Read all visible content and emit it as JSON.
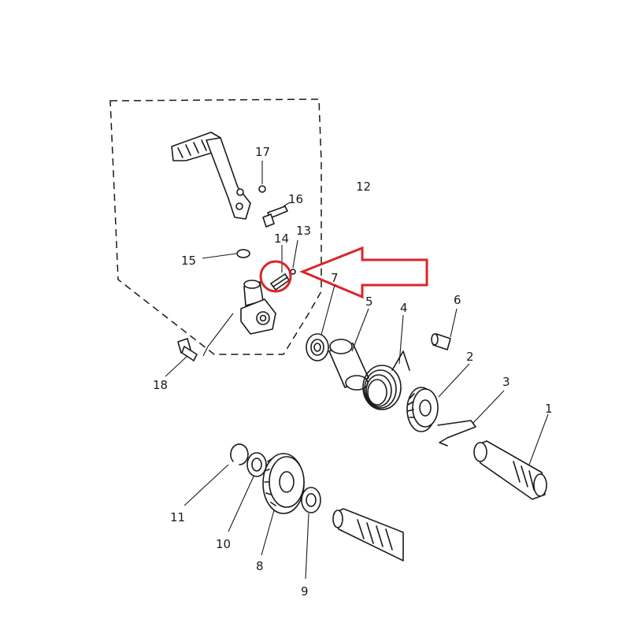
{
  "diagram": {
    "colors": {
      "ink": "#1a1a1a",
      "highlight": "#d9252a",
      "background": "#ffffff"
    },
    "labels": {
      "p1": "1",
      "p2": "2",
      "p3": "3",
      "p4": "4",
      "p5": "5",
      "p6": "6",
      "p7": "7",
      "p8": "8",
      "p9": "9",
      "p10": "10",
      "p11": "11",
      "p12": "12",
      "p13": "13",
      "p14": "14",
      "p15": "15",
      "p16": "16",
      "p17": "17",
      "p18": "18"
    },
    "highlight": {
      "part": "14",
      "marker": "circle",
      "pointer": "arrow-left"
    }
  }
}
